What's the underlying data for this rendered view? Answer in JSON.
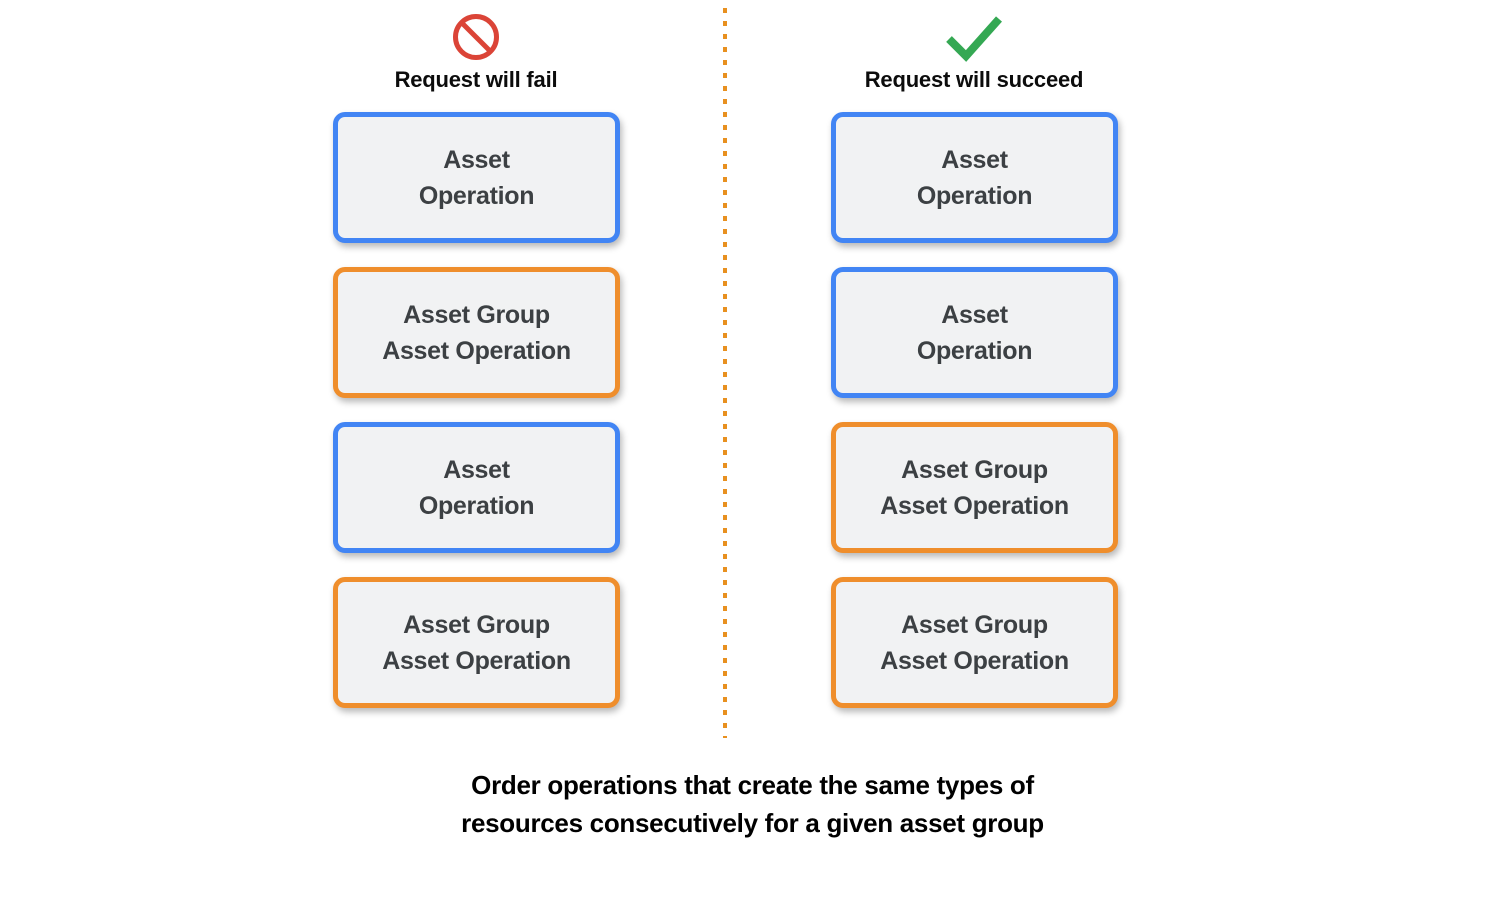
{
  "colors": {
    "blue_border": "#4285f4",
    "orange_border": "#ef8e2c",
    "box_fill": "#f1f2f3",
    "box_text": "#3c4043",
    "fail_icon": "#db4437",
    "success_icon": "#34a853",
    "divider": "#e8901f",
    "caption_text": "#000000",
    "background": "#ffffff"
  },
  "columns": [
    {
      "id": "fail",
      "icon": "prohibition-icon",
      "header": "Request will fail",
      "boxes": [
        {
          "kind": "blue",
          "label": "Asset\nOperation"
        },
        {
          "kind": "orange",
          "label": "Asset Group\nAsset Operation"
        },
        {
          "kind": "blue",
          "label": "Asset\nOperation"
        },
        {
          "kind": "orange",
          "label": "Asset Group\nAsset Operation"
        }
      ]
    },
    {
      "id": "succeed",
      "icon": "checkmark-icon",
      "header": "Request will succeed",
      "boxes": [
        {
          "kind": "blue",
          "label": "Asset\nOperation"
        },
        {
          "kind": "blue",
          "label": "Asset\nOperation"
        },
        {
          "kind": "orange",
          "label": "Asset Group\nAsset Operation"
        },
        {
          "kind": "orange",
          "label": "Asset Group\nAsset Operation"
        }
      ]
    }
  ],
  "caption": "Order operations that create the same types of\nresources consecutively for a given asset group"
}
